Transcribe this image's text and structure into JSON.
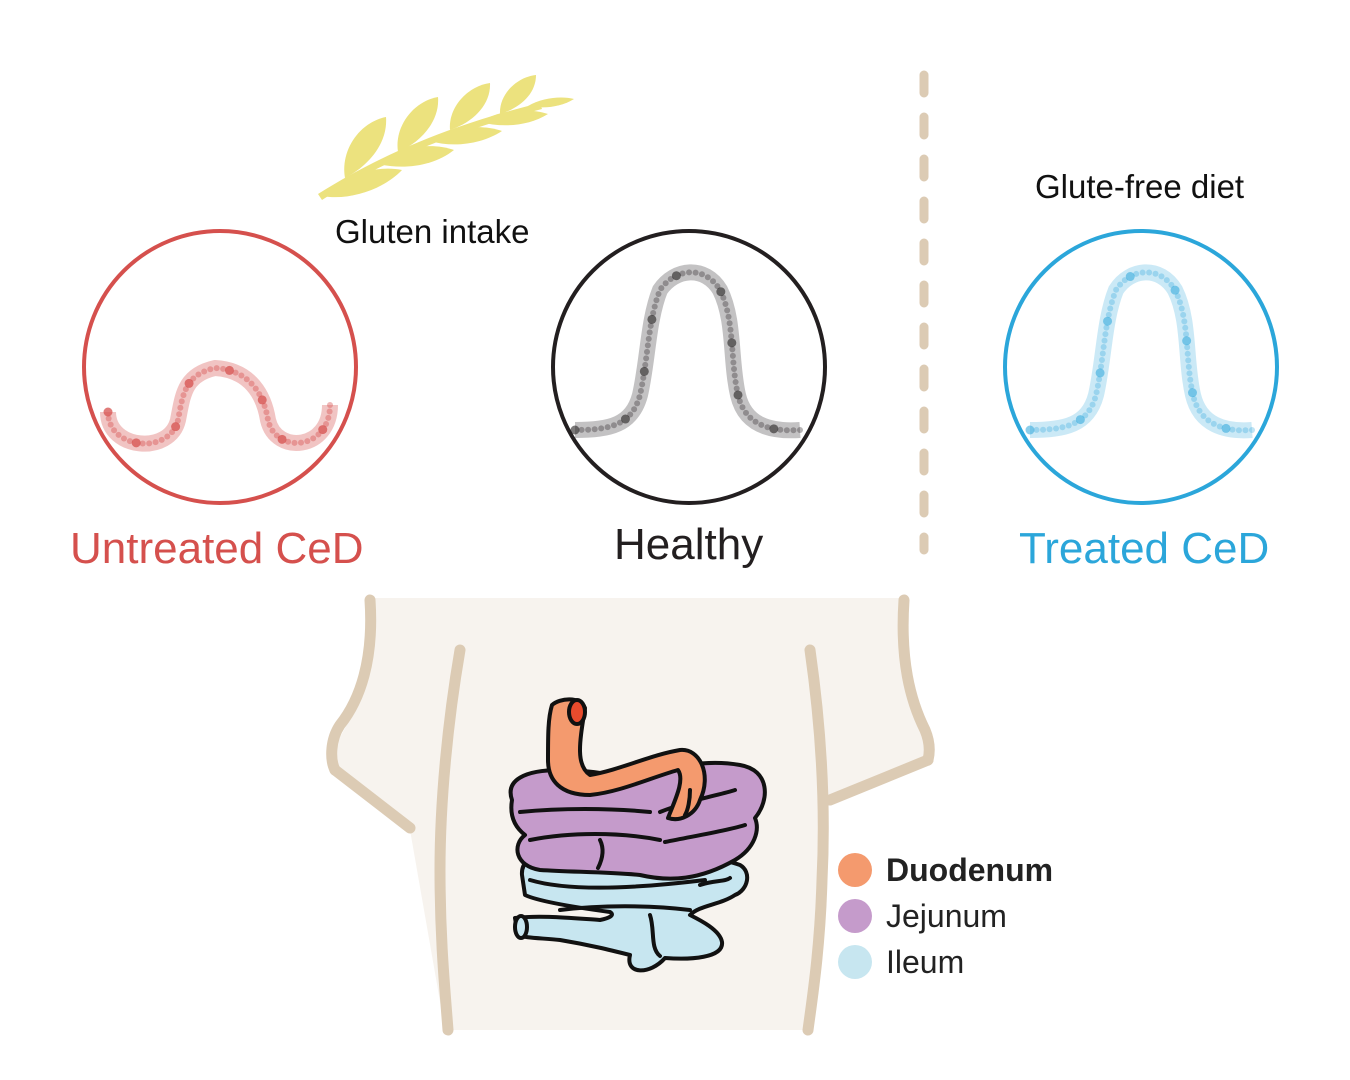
{
  "labels": {
    "gluten_intake": "Gluten intake",
    "gluten_free_diet": "Glute-free diet"
  },
  "states": {
    "untreated": {
      "label": "Untreated CeD",
      "color": "#d5504d"
    },
    "healthy": {
      "label": "Healthy",
      "color": "#231f20"
    },
    "treated": {
      "label": "Treated CeD",
      "color": "#2ba6da"
    }
  },
  "legend": [
    {
      "label": "Duodenum",
      "color": "#f49a6e",
      "bold": true
    },
    {
      "label": "Jejunum",
      "color": "#c59bcb",
      "bold": false
    },
    {
      "label": "Ileum",
      "color": "#c7e6f0",
      "bold": false
    }
  ],
  "icons": {
    "wheat": "wheat-icon",
    "torso": "torso-icon",
    "intestine": "small-intestine-icon"
  },
  "colors": {
    "wheat": "#ece27e",
    "divider": "#dccbb4",
    "torso_fill": "#f7f3ee",
    "torso_outline": "#dccbb4",
    "duodenum_tip": "#e84b2d"
  }
}
